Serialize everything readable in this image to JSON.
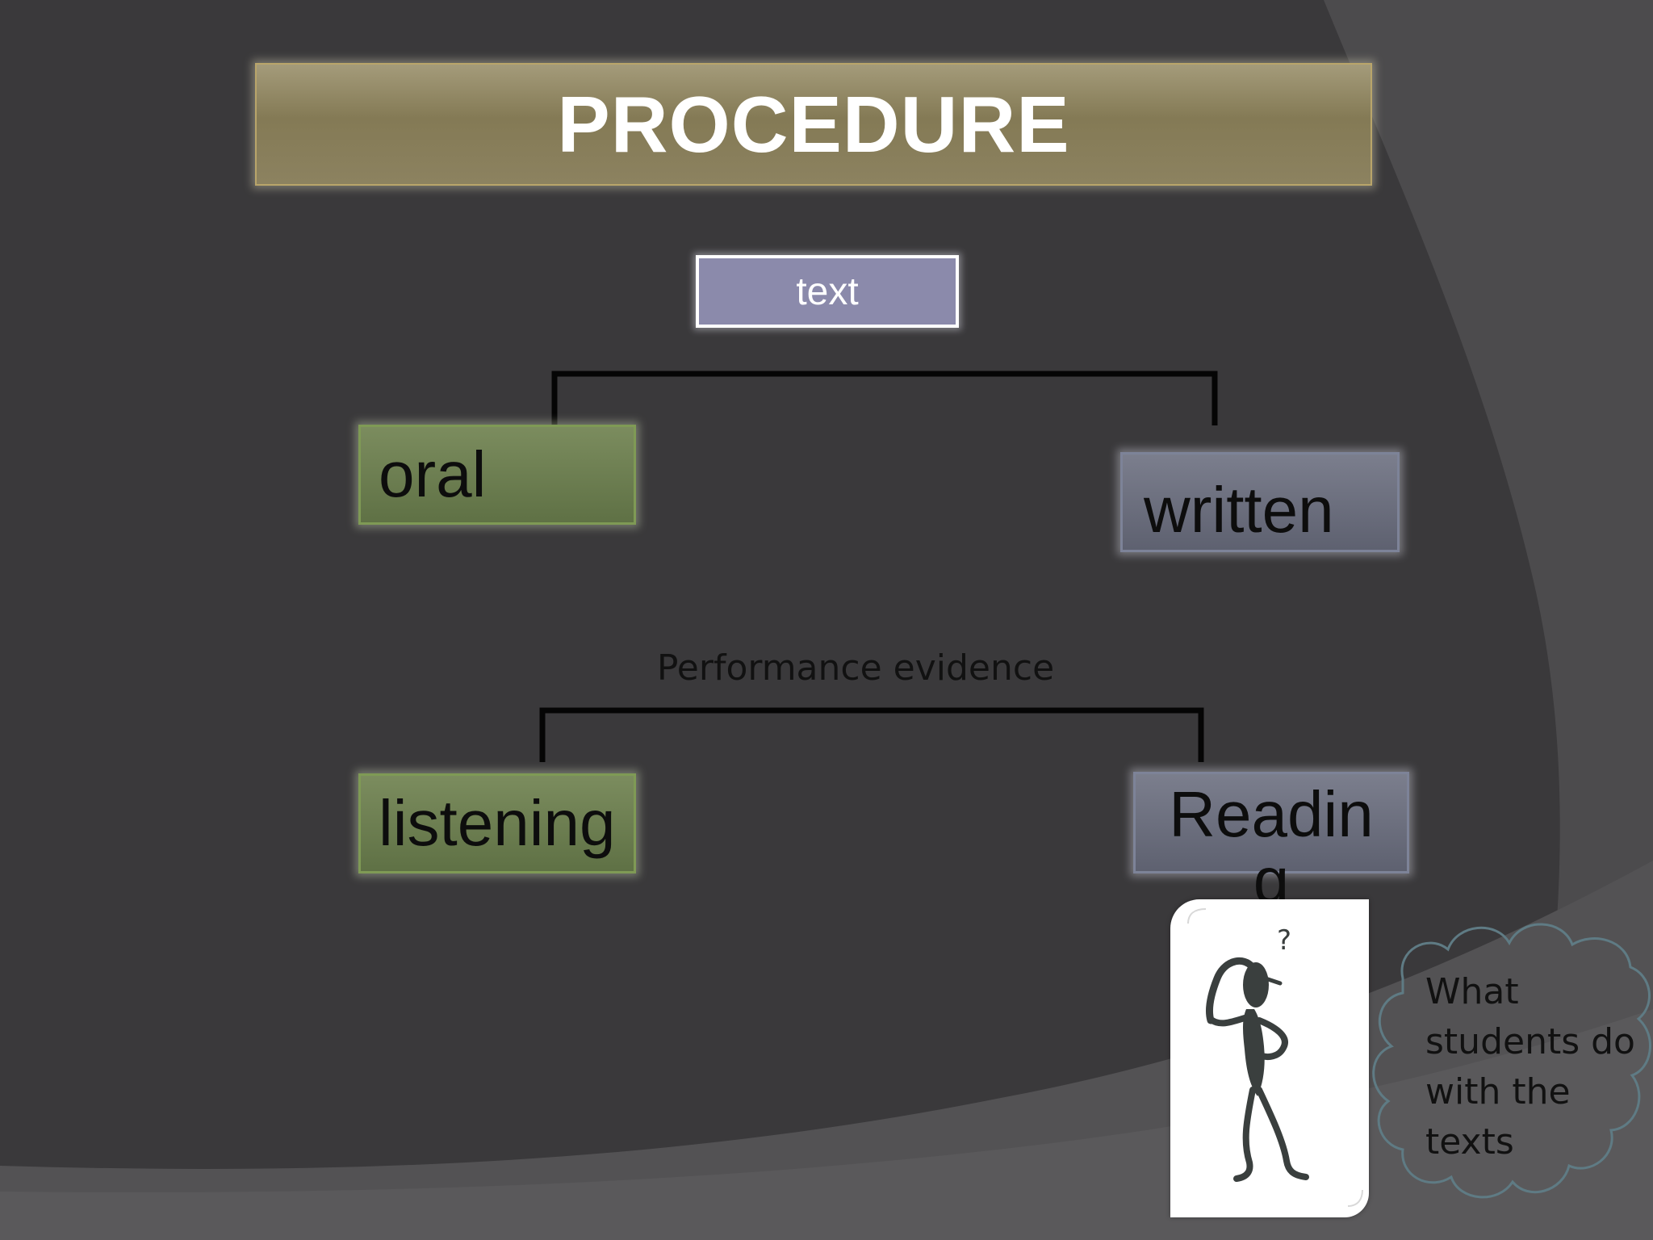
{
  "slide": {
    "title": "PROCEDURE",
    "root_node": "text",
    "branch_left": "oral",
    "branch_right": "written",
    "connector_label": "Performance evidence",
    "leaf_left": "listening",
    "leaf_right": "Reading",
    "callout": "What students do with the texts"
  },
  "colors": {
    "background": "#3a393b",
    "title_bar": "#8b815c",
    "root_box": "#8b8aab",
    "oral_branch": "#6b7c4f",
    "written_branch": "#6b6e7c"
  },
  "icons": {
    "figure": "confused-person-icon"
  }
}
